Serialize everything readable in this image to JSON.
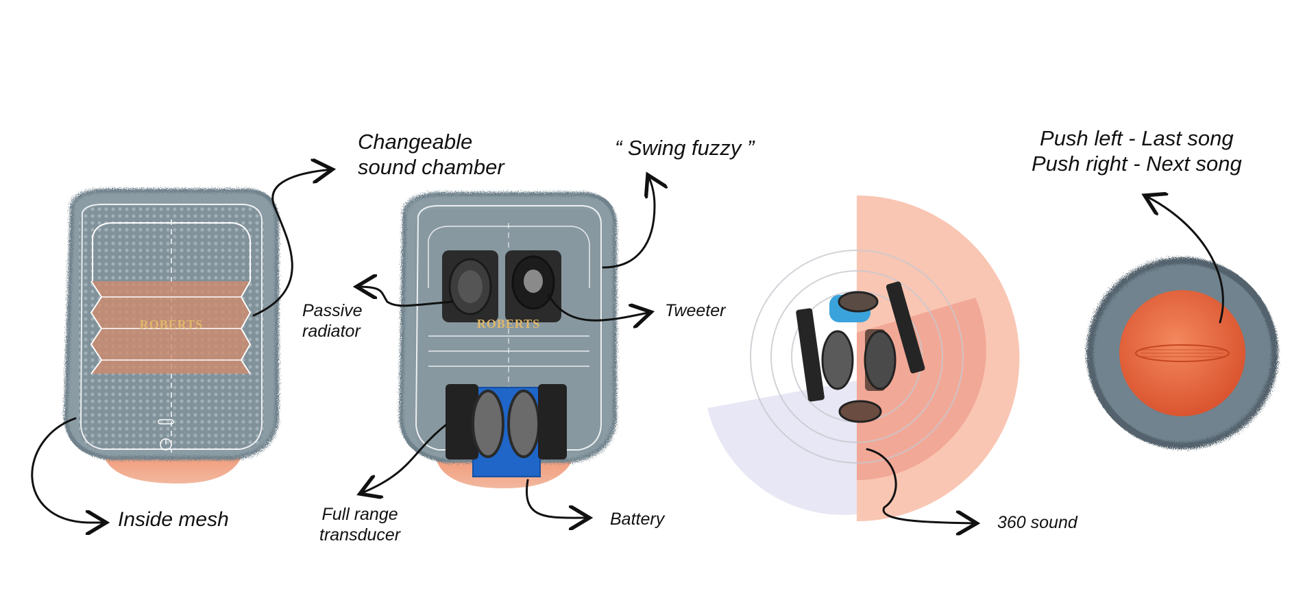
{
  "labels": {
    "changeable_sound_chamber": [
      "Changeable",
      "sound chamber"
    ],
    "swing_fuzzy": "“ Swing fuzzy ”",
    "push_controls": [
      "Push left - Last song",
      "Push right - Next song"
    ],
    "passive_radiator": [
      "Passive",
      "radiator"
    ],
    "tweeter": "Tweeter",
    "inside_mesh": "Inside mesh",
    "full_range_transducer": [
      "Full range",
      "transducer"
    ],
    "battery": "Battery",
    "sound_360": "360 sound"
  },
  "brand": "ROBERTS",
  "colors": {
    "fur": "#7f95a0",
    "fur_dark": "#56656e",
    "orange": "#f0906e",
    "orange_deep": "#e86a45",
    "blue": "#1f66c8",
    "sky": "#3aa3dc",
    "lavender": "#e3e3f3",
    "ink": "#111111",
    "gold": "#c9a24a"
  },
  "icons": [
    "speaker-driver-icon",
    "tweeter-icon",
    "battery-icon"
  ]
}
